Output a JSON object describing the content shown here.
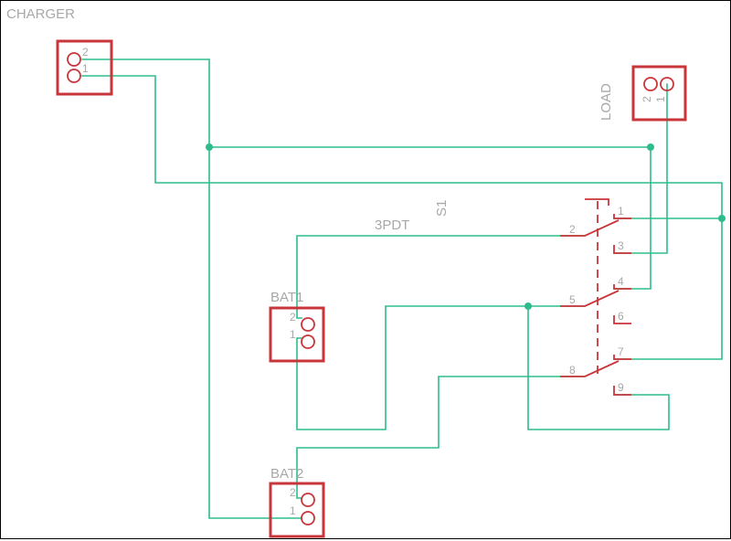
{
  "title_block": {
    "label": "CHARGER"
  },
  "connectors": {
    "charger": {
      "pin_top": "2",
      "pin_bottom": "1"
    },
    "load": {
      "name": "LOAD",
      "pin_left": "2",
      "pin_right": "1"
    },
    "bat1": {
      "name": "BAT1",
      "pin_top": "2",
      "pin_bottom": "1"
    },
    "bat2": {
      "name": "BAT2",
      "pin_top": "2",
      "pin_bottom": "1"
    }
  },
  "switch": {
    "name": "S1",
    "value": "3PDT",
    "pins": [
      "1",
      "2",
      "3",
      "4",
      "5",
      "6",
      "7",
      "8",
      "9"
    ]
  },
  "colors": {
    "wire": "#2ebd8a",
    "part": "#c8363a",
    "text": "#a8a8a8"
  }
}
